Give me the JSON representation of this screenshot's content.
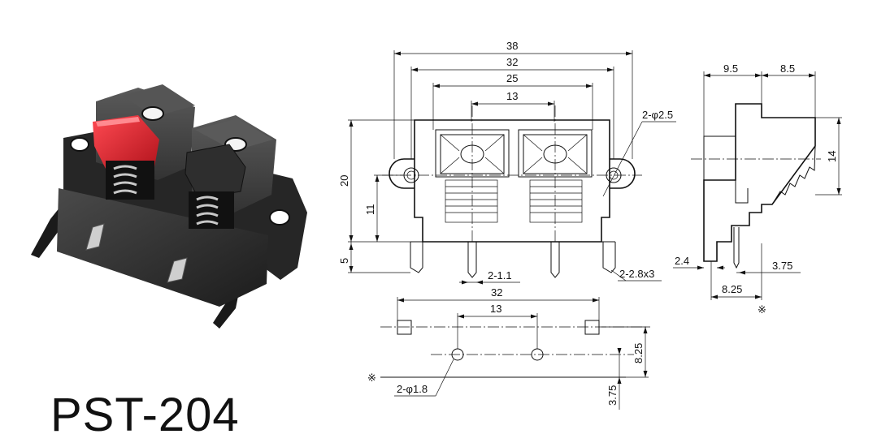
{
  "model_label": "PST-204",
  "front_view": {
    "dim_overall_width": "38",
    "dim_mount_hole_spacing": "32",
    "dim_body_width": "25",
    "dim_terminal_spacing": "13",
    "dim_mount_hole": "2-φ2.5",
    "dim_overall_height": "20",
    "dim_hole_height": "11",
    "dim_pin_length": "5",
    "dim_pin_width": "2-1.1",
    "dim_tab": "2-2.8x3"
  },
  "side_view": {
    "dim_rear_depth": "9.5",
    "dim_front_depth": "8.5",
    "dim_height": "14",
    "dim_tab_offset": "2.4",
    "dim_pin_offset": "3.75",
    "dim_base_depth": "8.25",
    "ref_mark": "※"
  },
  "pcb_layout": {
    "dim_tab_spacing": "32",
    "dim_pin_spacing": "13",
    "dim_row_offset": "8.25",
    "dim_edge_offset": "3.75",
    "dim_pin_hole": "2-φ1.8",
    "ref_mark": "※"
  },
  "colors": {
    "body": "#2a2a2a",
    "lever_red": "#d8202a",
    "spring": "#b9b9b9"
  }
}
